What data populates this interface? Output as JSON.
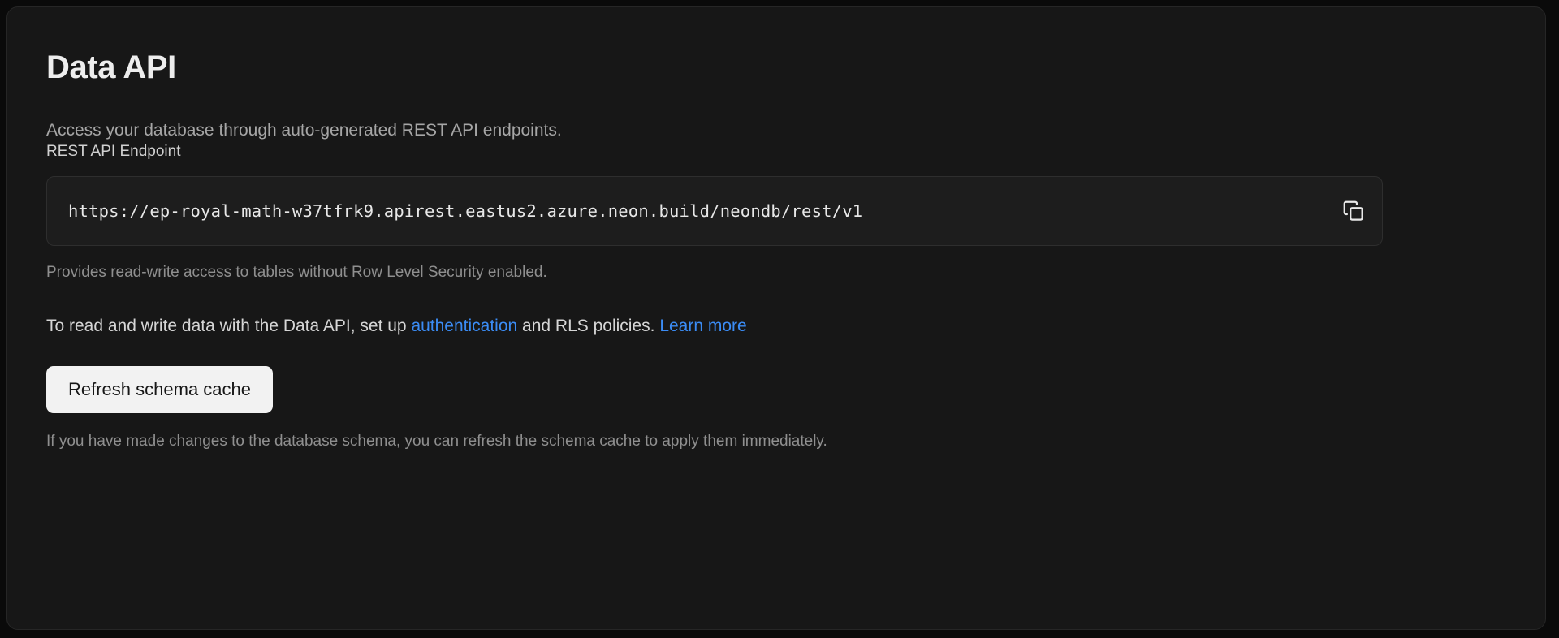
{
  "card": {
    "title": "Data API",
    "description": "Access your database through auto-generated REST API endpoints.",
    "endpoint_field": {
      "label": "REST API Endpoint",
      "value": "https://ep-royal-math-w37tfrk9.apirest.eastus2.azure.neon.build/neondb/rest/v1",
      "placeholder": "https://",
      "copy_icon": "copy-icon",
      "help": "Provides read-write access to tables without Row Level Security enabled."
    },
    "notice": {
      "prefix": "To read and write data with the Data API, set up ",
      "link_auth": "authentication",
      "middle": " and RLS policies. ",
      "link_learn": "Learn more"
    },
    "refresh": {
      "button_label": "Refresh schema cache",
      "help": "If you have made changes to the database schema, you can refresh the schema cache to apply them immediately."
    }
  },
  "colors": {
    "page_bg": "#0a0a0a",
    "card_bg": "#171717",
    "card_border": "#262626",
    "input_bg": "#1d1d1d",
    "link": "#3b8cf5",
    "button_bg": "#f2f2f2",
    "button_text": "#171717",
    "title_text": "#ededed",
    "muted_text": "#8f8f8f"
  }
}
